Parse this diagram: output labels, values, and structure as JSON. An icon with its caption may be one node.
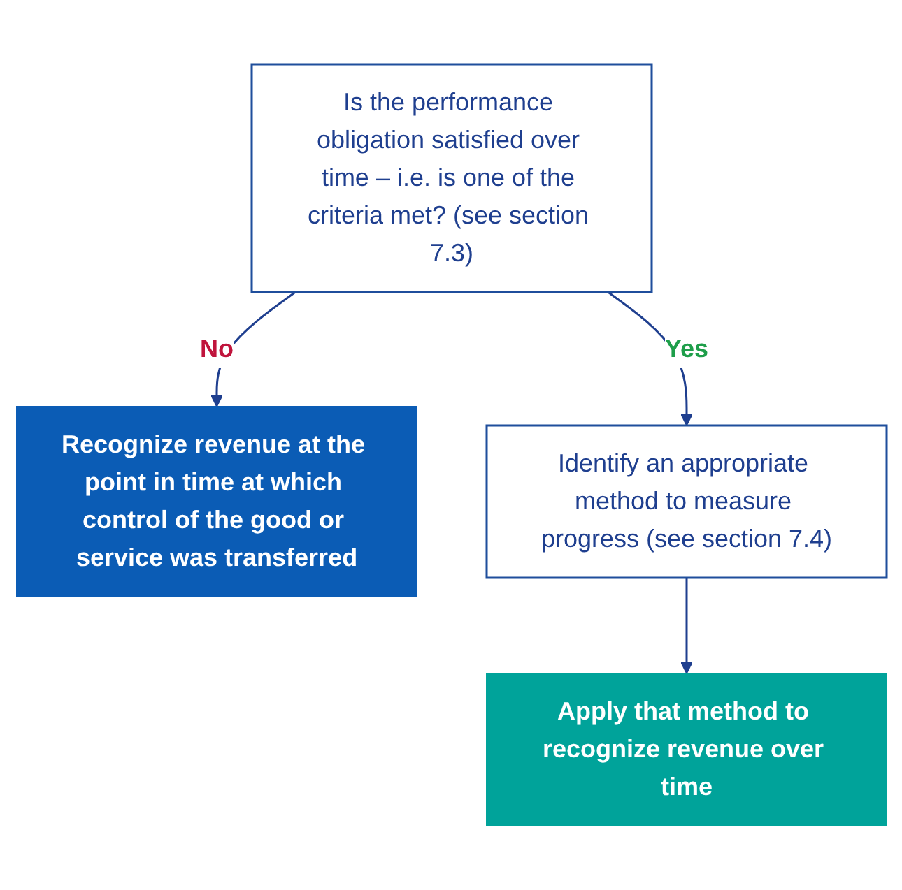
{
  "diagram": {
    "nodes": [
      {
        "text": [
          "Is the performance obligation satisfied over time – i.e. is one of the criteria met? (see section 7.3)"
        ]
      },
      {
        "text": [
          "Recognize revenue at the point in time at which control of the good or service was transferred"
        ]
      },
      {
        "text": [
          "Identify an appropriate method to measure progress (see section 7.4)"
        ]
      },
      {
        "text": [
          "Apply that method to recognize revenue over time"
        ]
      }
    ],
    "edges": [
      {
        "from": 0,
        "to": 1,
        "arrow": "to",
        "label": "No"
      },
      {
        "from": 0,
        "to": 2,
        "arrow": "to",
        "label": "Yes"
      },
      {
        "from": 2,
        "to": 3,
        "arrow": "to"
      }
    ]
  }
}
